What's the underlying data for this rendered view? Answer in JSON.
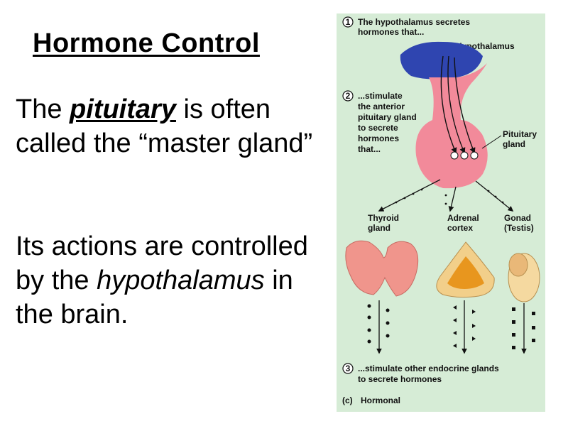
{
  "title": "Hormone Control",
  "paragraph1": {
    "before": "The ",
    "emphasis": "pituitary",
    "after": " is often called the “master gland”"
  },
  "paragraph2": {
    "before": "Its actions are controlled by the ",
    "emphasis": "hypothalamus",
    "after": " in the brain."
  },
  "figure": {
    "step1_num": "1",
    "step1_text_l1": "The hypothalamus secretes",
    "step1_text_l2": "hormones that...",
    "hypothalamus_label": "Hypothalamus",
    "step2_num": "2",
    "step2_lines": [
      "...stimulate",
      "the anterior",
      "pituitary gland",
      "to secrete",
      "hormones",
      "that..."
    ],
    "pituitary_label_l1": "Pituitary",
    "pituitary_label_l2": "gland",
    "thyroid_l1": "Thyroid",
    "thyroid_l2": "gland",
    "adrenal_l1": "Adrenal",
    "adrenal_l2": "cortex",
    "gonad_l1": "Gonad",
    "gonad_l2": "(Testis)",
    "step3_num": "3",
    "step3_l1": "...stimulate other endocrine glands",
    "step3_l2": "to secrete hormones",
    "caption_letter": "(c)",
    "caption_word": "Hormonal",
    "colors": {
      "background": "#d6ecd6",
      "hypothalamus": "#2f45b0",
      "pituitary": "#f28a9a",
      "thyroid": "#f0958c",
      "adrenal_outer": "#f2cf8a",
      "adrenal_inner": "#e8961e",
      "testis": "#f5d9a0"
    }
  }
}
